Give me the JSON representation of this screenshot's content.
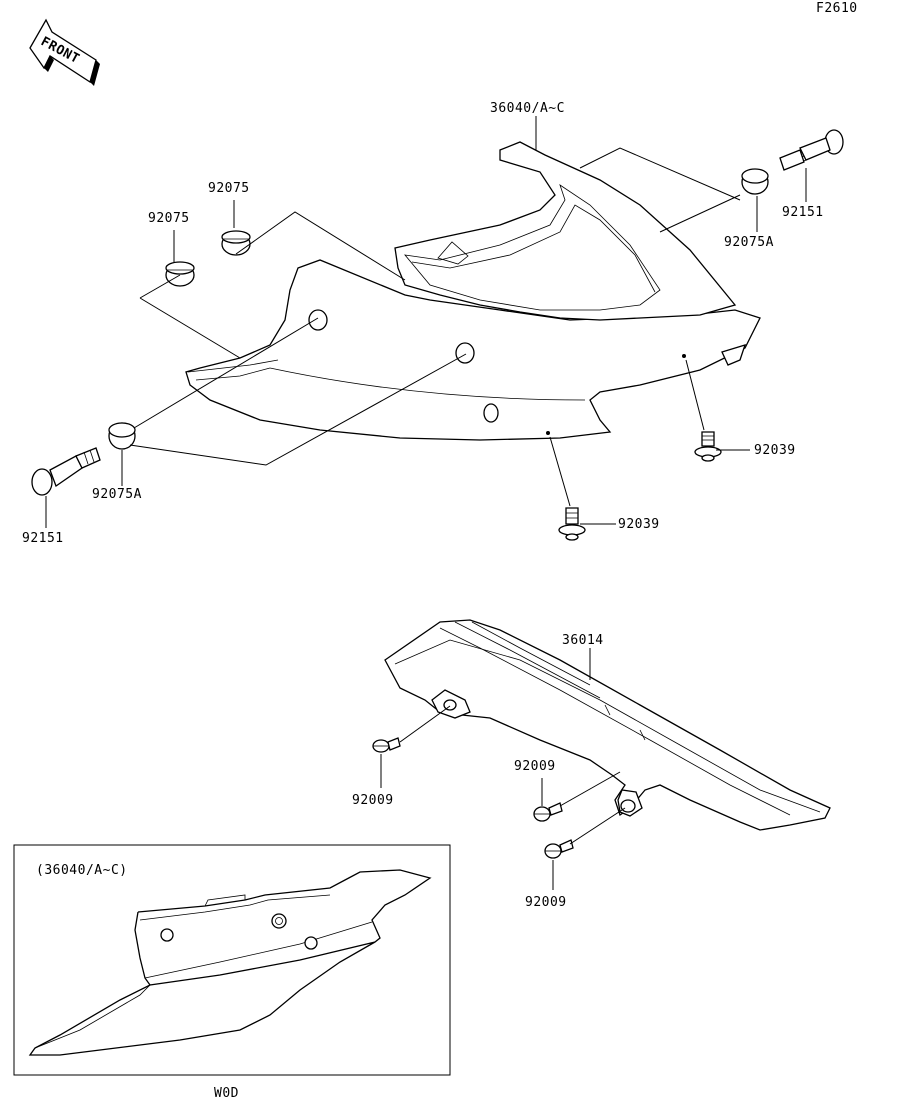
{
  "figure_code": "F2610",
  "front_badge": "FRONT",
  "callouts": {
    "seat_cover": "36040/A~C",
    "grommet_left": "92075",
    "grommet_mid": "92075",
    "grommet_a_right": "92075A",
    "grommet_a_left": "92075A",
    "bolt_right": "92151",
    "bolt_left": "92151",
    "clip_right": "92039",
    "clip_center": "92039",
    "chain_guard": "36014",
    "screw_left": "92009",
    "screw_mid": "92009",
    "screw_low": "92009"
  },
  "inset": {
    "caption": "(36040/A~C)",
    "variant_label": "W0D"
  }
}
